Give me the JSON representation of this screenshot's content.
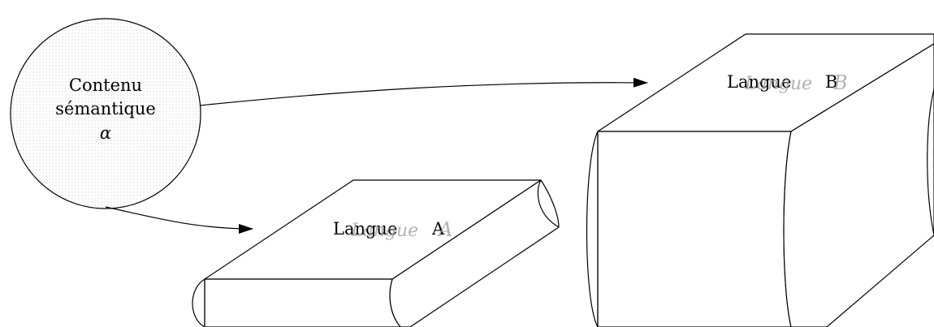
{
  "circle": {
    "line1": "Contenu",
    "line2": "sémantique",
    "symbol": "α"
  },
  "book_a": {
    "word": "Langue",
    "letter": "A"
  },
  "book_b": {
    "word": "Langue",
    "letter": "B"
  }
}
